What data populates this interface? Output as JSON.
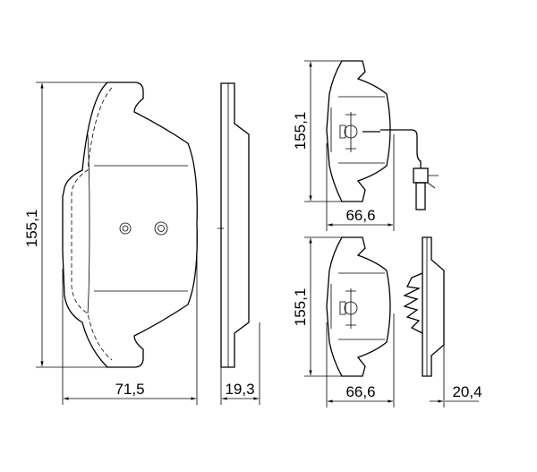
{
  "dimensions": {
    "main_pad_height": "155,1",
    "main_pad_width": "71,5",
    "main_pad_thickness": "19,3",
    "upper_pad_height": "155,1",
    "upper_pad_width": "66,6",
    "lower_pad_height": "155,1",
    "lower_pad_width": "66,6",
    "lower_pad_thickness": "20,4"
  }
}
